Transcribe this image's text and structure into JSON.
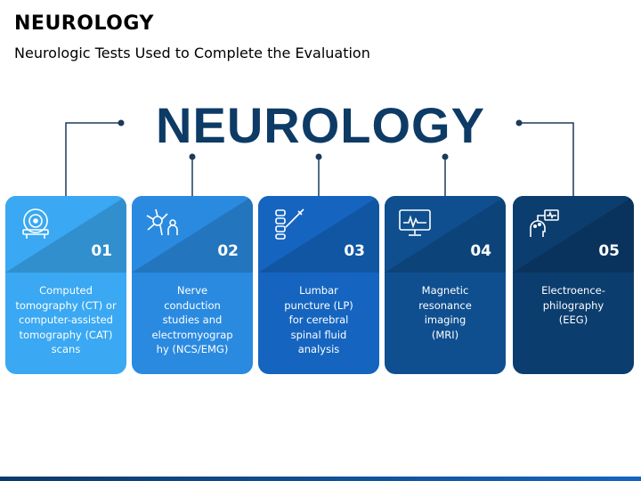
{
  "header": {
    "title": "NEUROLOGY",
    "subtitle": "Neurologic Tests Used to Complete the Evaluation"
  },
  "center_word": "NEUROLOGY",
  "colors": {
    "card1": "#3aa8f2",
    "card2": "#2a8ae0",
    "card3": "#1565c0",
    "card4": "#0f4f8f",
    "card5": "#0b3d6e",
    "heading": "#0d3b66",
    "connector": "#1b3a5c"
  },
  "cards": [
    {
      "number": "01",
      "icon": "ct-scanner-icon",
      "text": "Computed\ntomography (CT) or\ncomputer-assisted\ntomography (CAT)\nscans"
    },
    {
      "number": "02",
      "icon": "nerve-cell-icon",
      "text": "Nerve\nconduction\nstudies and\nelectromyograp\nhy (NCS/EMG)"
    },
    {
      "number": "03",
      "icon": "spine-syringe-icon",
      "text": "Lumbar\npuncture (LP)\nfor cerebral\nspinal fluid\nanalysis"
    },
    {
      "number": "04",
      "icon": "mri-monitor-icon",
      "text": "Magnetic\nresonance\nimaging\n(MRI)"
    },
    {
      "number": "05",
      "icon": "eeg-head-icon",
      "text": "Electroence-\nphilography\n(EEG)"
    }
  ]
}
